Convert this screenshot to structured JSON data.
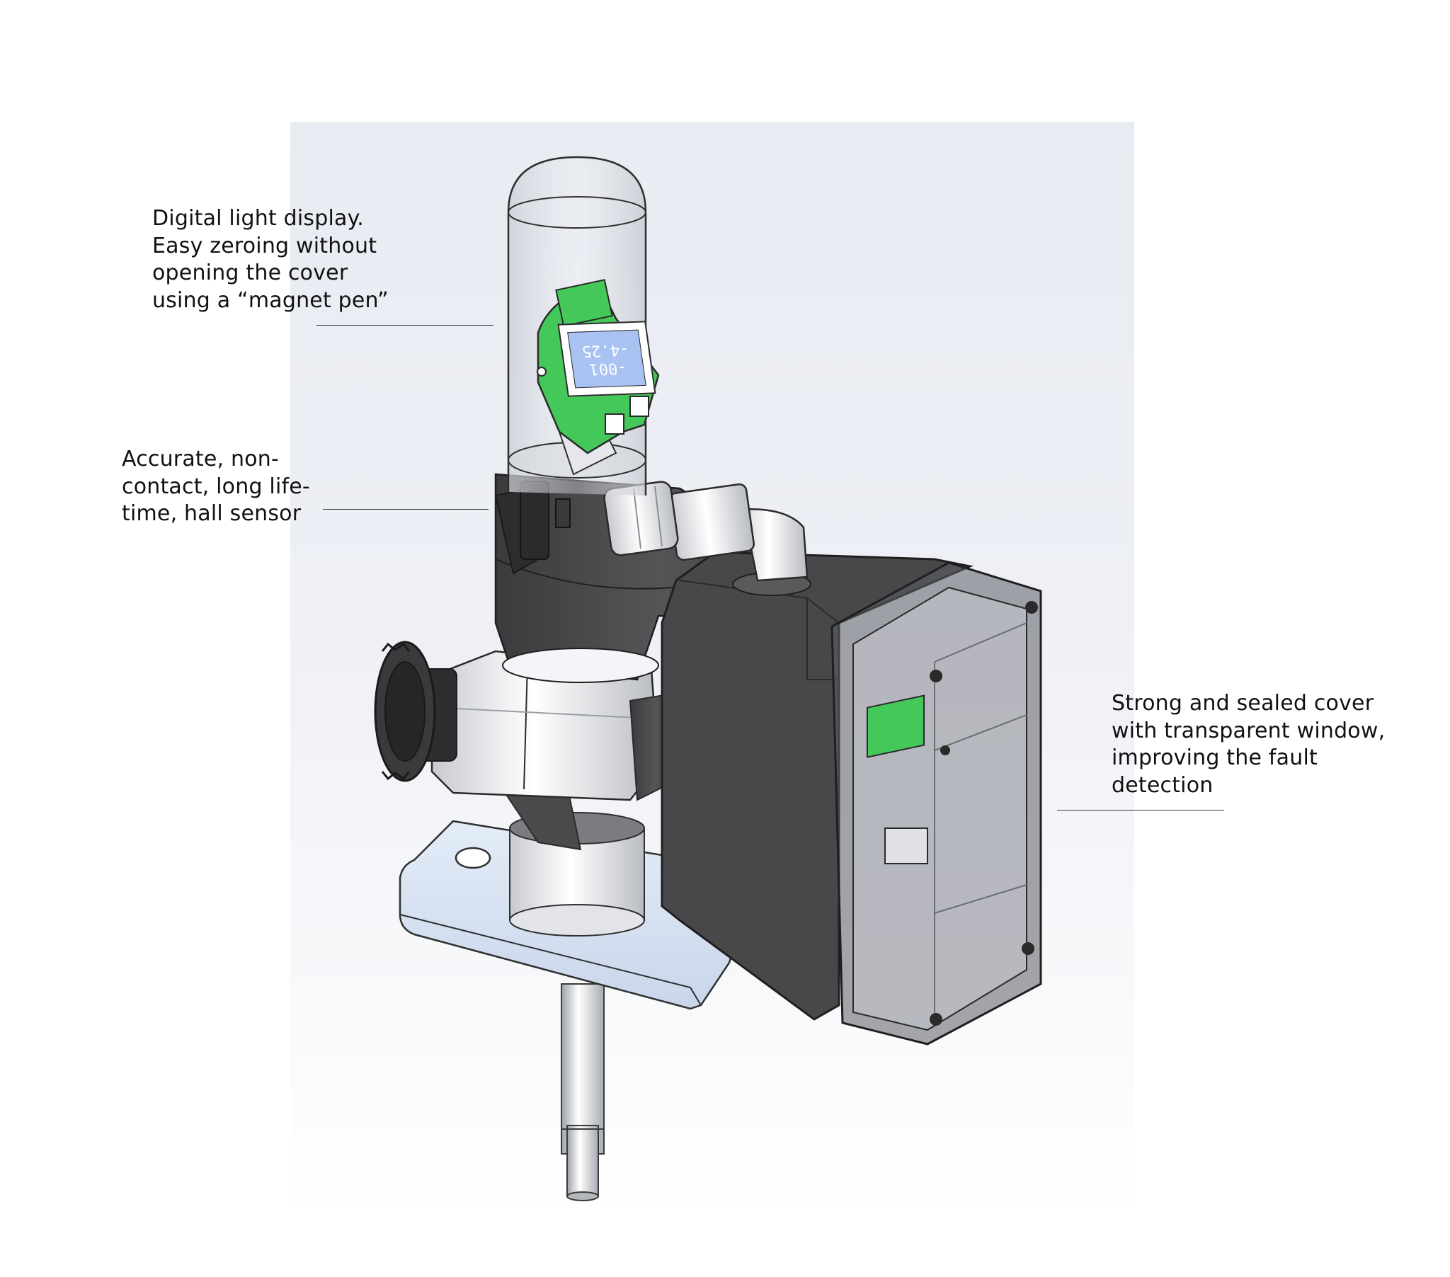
{
  "callouts": {
    "display": {
      "lines": [
        "Digital  light display.",
        "Easy zeroing without",
        "opening the cover",
        "using a “magnet pen”"
      ]
    },
    "sensor": {
      "lines": [
        "Accurate, non-",
        "contact, long life-",
        "time, hall sensor"
      ]
    },
    "cover": {
      "lines": [
        "Strong and sealed cover",
        "with transparent window,",
        "improving the fault",
        "detection"
      ]
    }
  },
  "display_readout": {
    "line1": "-001",
    "line2": "-4.25"
  },
  "colors": {
    "pcb_green": "#44c85a",
    "housing_dark": "#4a4a4c",
    "lcd_blue": "#a9c2f2"
  }
}
